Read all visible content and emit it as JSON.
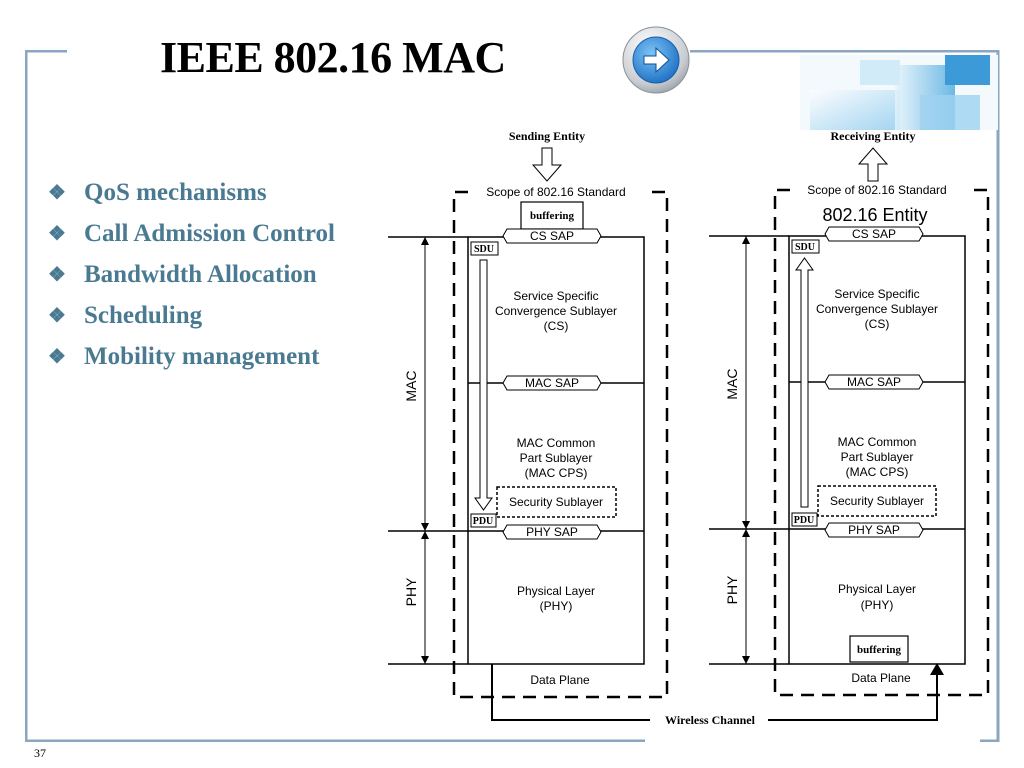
{
  "slide": {
    "title": "IEEE 802.16 MAC",
    "number": "37",
    "accent_color": "#8aa6c1",
    "bullet_color": "#4a7a92"
  },
  "nav": {
    "icon": "arrow-right-icon"
  },
  "bullets": [
    {
      "mark": "❖",
      "text": "QoS mechanisms"
    },
    {
      "mark": "❖",
      "text": "Call Admission Control"
    },
    {
      "mark": "❖",
      "text": "Bandwidth Allocation"
    },
    {
      "mark": "❖",
      "text": "Scheduling"
    },
    {
      "mark": "❖",
      "text": "Mobility management"
    }
  ],
  "diagram": {
    "sending_entity": "Sending Entity",
    "receiving_entity": "Receiving Entity",
    "entity_label": "802.16 Entity",
    "scope": "Scope of 802.16 Standard",
    "buffering": "buffering",
    "cs_sap": "CS SAP",
    "mac_sap": "MAC SAP",
    "phy_sap": "PHY SAP",
    "cs_line1": "Service Specific",
    "cs_line2": "Convergence Sublayer",
    "cs_line3": "(CS)",
    "cps_line1": "MAC Common",
    "cps_line2": "Part Sublayer",
    "cps_line3": "(MAC CPS)",
    "security": "Security Sublayer",
    "phy_line1": "Physical Layer",
    "phy_line2": "(PHY)",
    "sdu": "SDU",
    "pdu": "PDU",
    "mac": "MAC",
    "phy": "PHY",
    "data_plane": "Data Plane",
    "wireless_channel": "Wireless Channel"
  }
}
